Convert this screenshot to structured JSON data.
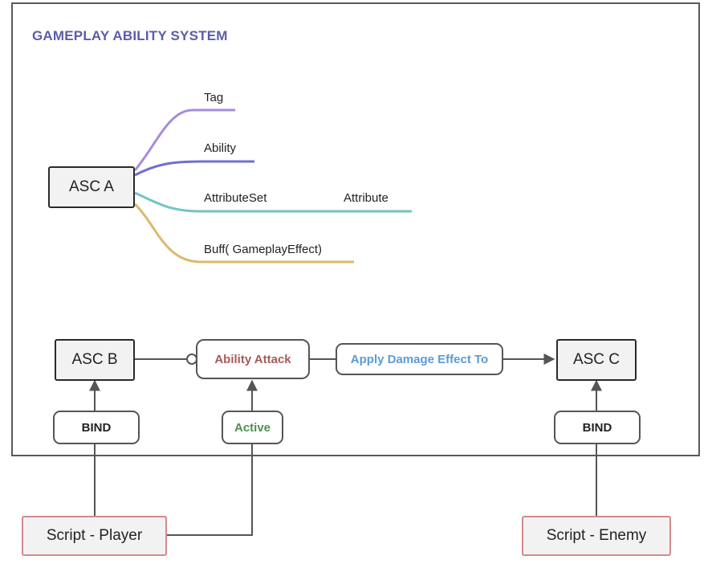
{
  "diagram": {
    "title": "GAMEPLAY ABILITY SYSTEM",
    "mindmap": {
      "root": "ASC  A",
      "branches": [
        {
          "label": "Tag",
          "color": "#a78bdc"
        },
        {
          "label": "Ability",
          "color": "#6f6fd0"
        },
        {
          "label": "AttributeSet",
          "child": "Attribute",
          "color": "#72c4c4"
        },
        {
          "label": "Buff( GameplayEffect)",
          "color": "#dcb86a"
        }
      ]
    },
    "nodes": {
      "asc_b": "ASC B",
      "ability_attack": "Ability Attack",
      "apply_damage": "Apply Damage Effect To",
      "asc_c": "ASC C",
      "bind_left": "BIND",
      "active": "Active",
      "bind_right": "BIND",
      "script_player": "Script - Player",
      "script_enemy": "Script - Enemy"
    },
    "colors": {
      "title": "#5b5ea6",
      "ability_attack": "#a65a5a",
      "apply_damage": "#5b9bd5",
      "active": "#4f8f4f",
      "script_border": "#d28a8a"
    }
  }
}
